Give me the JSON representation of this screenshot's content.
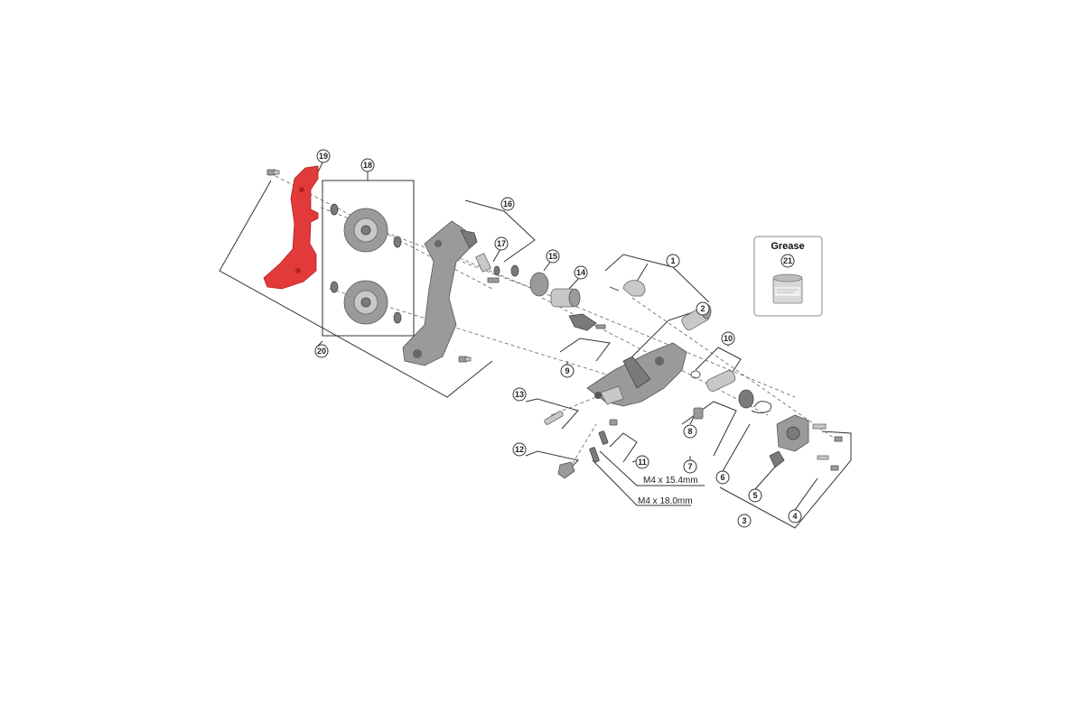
{
  "callouts": [
    "1",
    "2",
    "3",
    "4",
    "5",
    "6",
    "7",
    "8",
    "9",
    "10",
    "11",
    "12",
    "13",
    "14",
    "15",
    "16",
    "17",
    "18",
    "19",
    "20",
    "21"
  ],
  "specs": {
    "spec_a": "M4 x 15.4mm",
    "spec_b": "M4 x 18.0mm"
  },
  "grease_box": {
    "title": "Grease",
    "part_number": "21"
  },
  "highlight_color": "#e23a3a",
  "highlighted_part": "19"
}
